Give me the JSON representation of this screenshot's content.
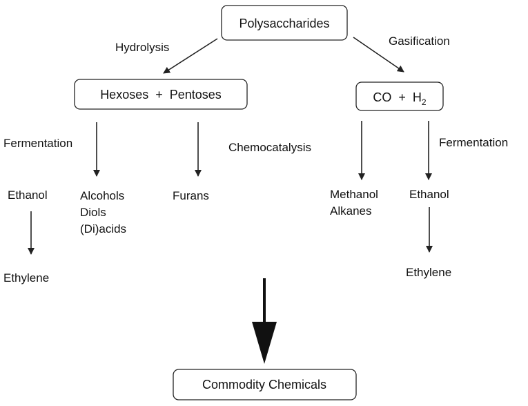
{
  "boxes": {
    "polysaccharides": "Polysaccharides",
    "hexoses_pentoses": "Hexoses  +  Pentoses",
    "co": "CO",
    "plus": "+",
    "h2_main": "H",
    "h2_sub": "2",
    "commodity": "Commodity Chemicals"
  },
  "process_labels": {
    "hydrolysis": "Hydrolysis",
    "gasification": "Gasification",
    "fermentation_left": "Fermentation",
    "chemocatalysis": "Chemocatalysis",
    "fermentation_right": "Fermentation"
  },
  "products": {
    "ethanol_left": "Ethanol",
    "ethylene_left": "Ethylene",
    "alcohols": "Alcohols",
    "diols": "Diols",
    "diacids": "(Di)acids",
    "furans": "Furans",
    "methanol": "Methanol",
    "alkanes": "Alkanes",
    "ethanol_right": "Ethanol",
    "ethylene_right": "Ethylene"
  }
}
